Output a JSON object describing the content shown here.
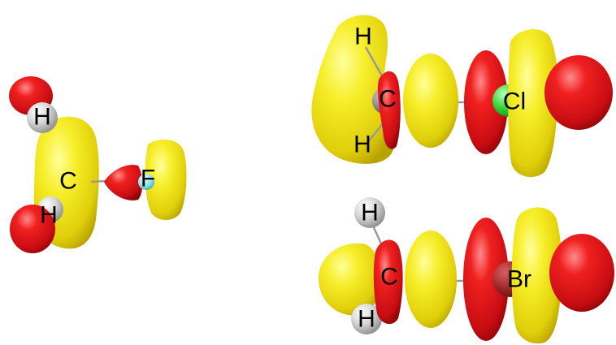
{
  "colors": {
    "positive_lobe": "#f4ea1e",
    "negative_lobe": "#e3141e",
    "hydrogen": "#d8d8d8",
    "carbon": "#8a8a8a",
    "fluorine": "#8fe3e8",
    "chlorine": "#2fd32f",
    "bromine": "#a0282a",
    "bond": "#9a9a9a"
  },
  "molecules": [
    {
      "id": "ch2f",
      "atoms": {
        "h_top": "H",
        "h_bottom": "H",
        "carbon": "C",
        "halogen": "F"
      }
    },
    {
      "id": "ch2cl",
      "atoms": {
        "h_top": "H",
        "h_bottom": "H",
        "carbon": "C",
        "halogen": "Cl"
      }
    },
    {
      "id": "ch2br",
      "atoms": {
        "h_top": "H",
        "h_bottom": "H",
        "carbon": "C",
        "halogen": "Br"
      }
    }
  ]
}
